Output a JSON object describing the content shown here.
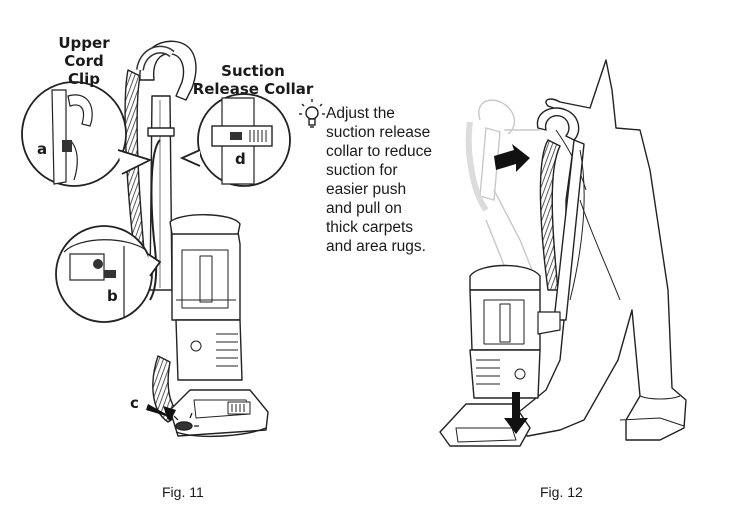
{
  "fig11": {
    "caption": "Fig. 11",
    "upper_cord_clip": [
      "Upper",
      "Cord",
      "Clip"
    ],
    "suction_release_collar": [
      "Suction",
      "Release Collar"
    ],
    "callouts": {
      "a": "a",
      "b": "b",
      "c": "c",
      "d": "d"
    }
  },
  "tip": {
    "icon": "lightbulb-icon",
    "lines": [
      "Adjust the",
      "suction release",
      "collar to reduce",
      "suction for",
      "easier push",
      "and pull on",
      "thick carpets",
      "and area rugs."
    ]
  },
  "fig12": {
    "caption": "Fig. 12"
  }
}
